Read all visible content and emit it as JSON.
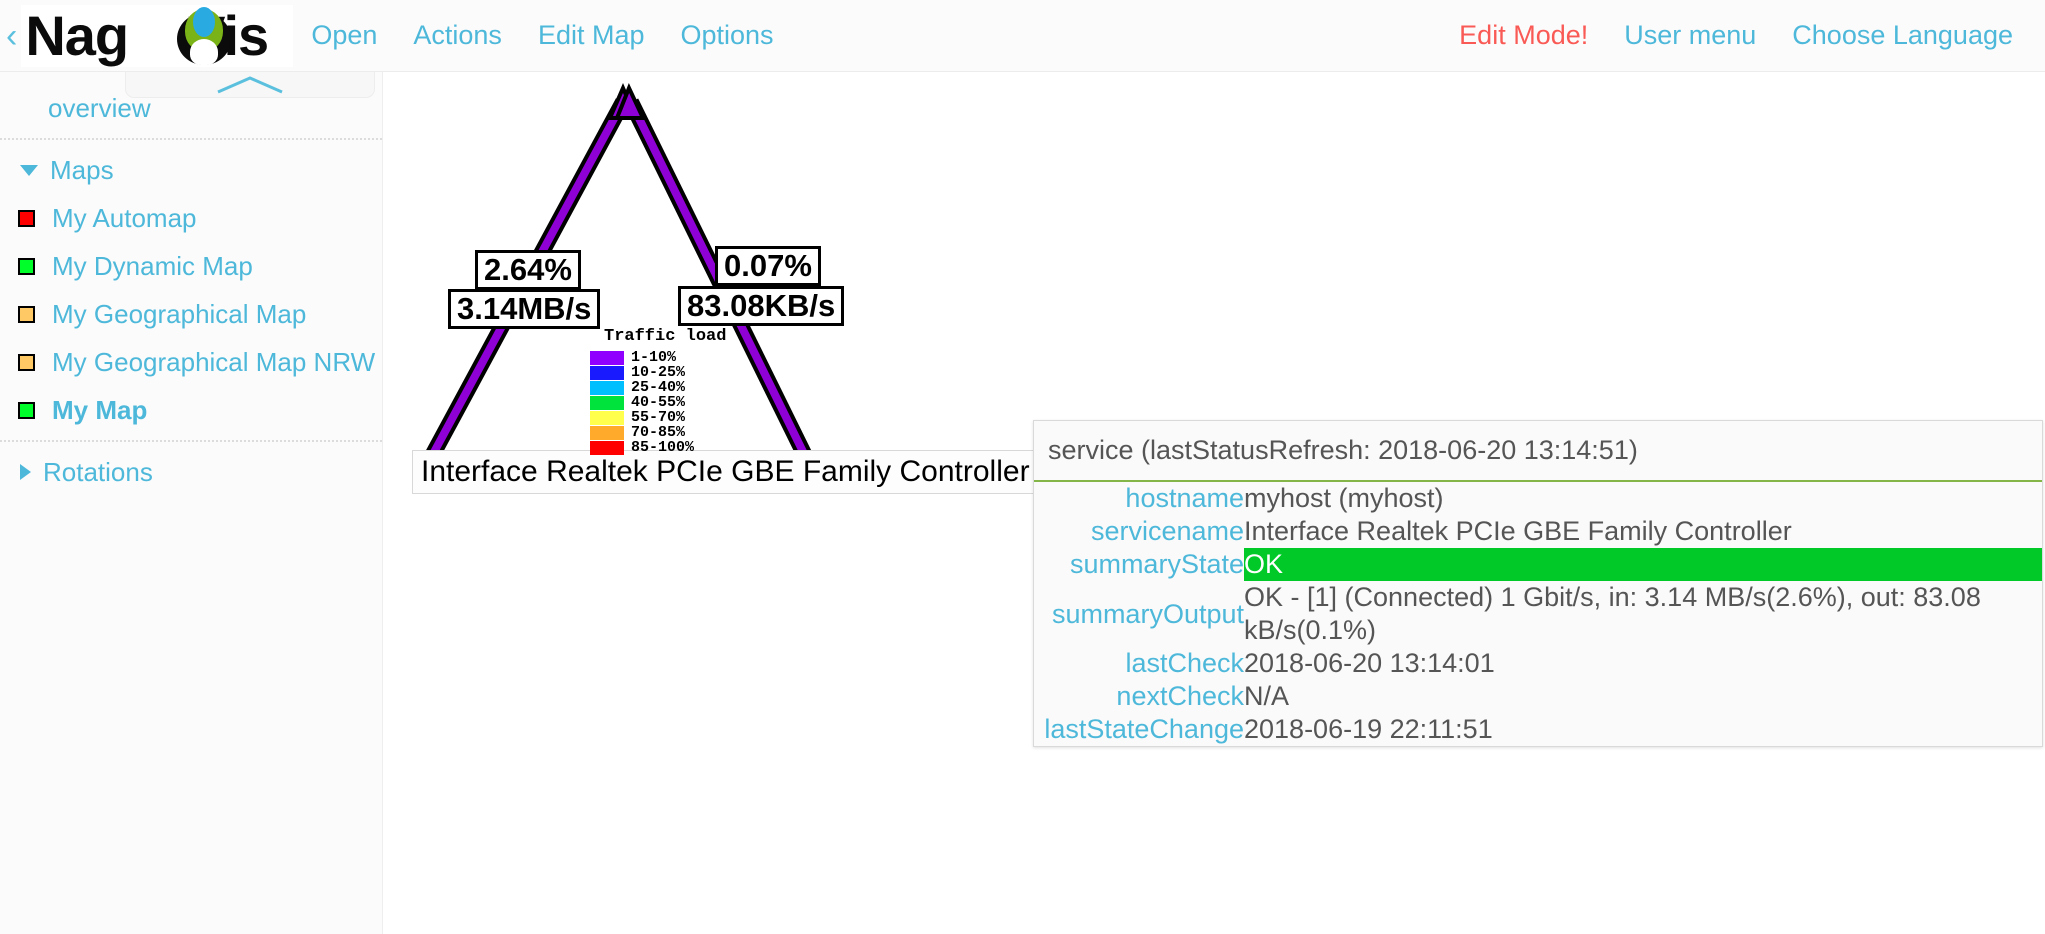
{
  "header": {
    "back_icon": "back-chevron-icon",
    "logo_text_left": "Nag",
    "logo_text_right": "Vis",
    "nav": [
      {
        "label": "Open"
      },
      {
        "label": "Actions"
      },
      {
        "label": "Edit Map"
      },
      {
        "label": "Options"
      }
    ],
    "right_nav": [
      {
        "label": "Edit Mode!",
        "color": "#fa5a55"
      },
      {
        "label": "User menu",
        "color": "#4db8da"
      },
      {
        "label": "Choose Language",
        "color": "#4db8da"
      }
    ]
  },
  "collapse_tab": {
    "icon": "chevron-up-icon"
  },
  "sidebar": {
    "overview": {
      "label": "overview"
    },
    "maps_group": {
      "label": "Maps",
      "icon": "triangle-down-icon",
      "expanded": true
    },
    "maps": [
      {
        "label": "My Automap",
        "state_color": "#ff0000"
      },
      {
        "label": "My Dynamic Map",
        "state_color": "#00ff2a"
      },
      {
        "label": "My Geographical Map",
        "state_color": "#ffc966"
      },
      {
        "label": "My Geographical Map NRW",
        "state_color": "#ffc966"
      },
      {
        "label": "My Map",
        "state_color": "#00ff2a",
        "active": true
      }
    ],
    "rotations_group": {
      "label": "Rotations",
      "icon": "triangle-right-icon",
      "expanded": false
    }
  },
  "map": {
    "line_color": "#8f00d6",
    "line_labels": [
      {
        "name": "in-percent",
        "text": "2.64%"
      },
      {
        "name": "in-rate",
        "text": "3.14MB/s"
      },
      {
        "name": "out-percent",
        "text": "0.07%"
      },
      {
        "name": "out-rate",
        "text": "83.08KB/s"
      }
    ],
    "object_label": "Interface Realtek PCIe GBE Family Controller",
    "legend": {
      "title": "Traffic load",
      "rows": [
        {
          "range": "1-10%",
          "color": "#8f00ff"
        },
        {
          "range": "10-25%",
          "color": "#1a1aff"
        },
        {
          "range": "25-40%",
          "color": "#00bfff"
        },
        {
          "range": "40-55%",
          "color": "#00e23c"
        },
        {
          "range": "55-70%",
          "color": "#ffff4d"
        },
        {
          "range": "70-85%",
          "color": "#ffaa2b"
        },
        {
          "range": "85-100%",
          "color": "#ff0000"
        }
      ]
    }
  },
  "tooltip": {
    "title": "service (lastStatusRefresh: 2018-06-20 13:14:51)",
    "accent_color": "#84b548",
    "state_color": "#00c928",
    "rows": [
      {
        "key": "hostname",
        "value": "myhost (myhost)"
      },
      {
        "key": "servicename",
        "value": "Interface Realtek PCIe GBE Family Controller"
      },
      {
        "key": "summaryState",
        "value": "OK"
      },
      {
        "key": "summaryOutput",
        "value": "OK - [1] (Connected) 1 Gbit/s, in: 3.14 MB/s(2.6%), out: 83.08 kB/s(0.1%)"
      },
      {
        "key": "lastCheck",
        "value": "2018-06-20 13:14:01"
      },
      {
        "key": "nextCheck",
        "value": "N/A"
      },
      {
        "key": "lastStateChange",
        "value": "2018-06-19 22:11:51"
      }
    ]
  }
}
